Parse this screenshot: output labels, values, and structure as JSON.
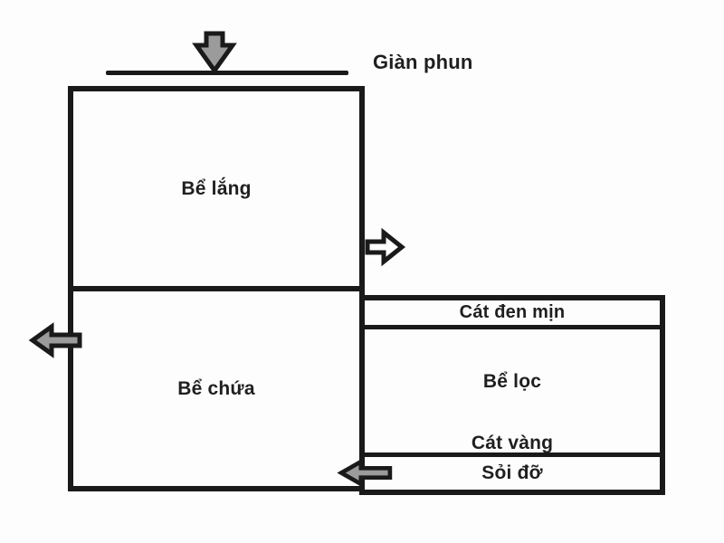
{
  "diagram": {
    "spray_label": "Giàn phun",
    "settling_tank_label": "Bể lắng",
    "storage_tank_label": "Bể chứa",
    "filter_tank_label": "Bể lọc",
    "fine_black_sand_label": "Cát đen mịn",
    "yellow_sand_label": "Cát vàng",
    "gravel_label": "Sỏi đỡ",
    "icons": {
      "top": "down-arrow-icon",
      "settling_outlet": "right-arrow-icon",
      "storage_outlet": "left-arrow-icon",
      "gravel_inlet": "left-arrow-icon"
    },
    "colors": {
      "line": "#1a1a1a",
      "arrow_gray_fill": "#9b9b9b",
      "arrow_white_fill": "#ffffff",
      "text": "#1f1f1f",
      "background": "#fdfdfd"
    }
  }
}
